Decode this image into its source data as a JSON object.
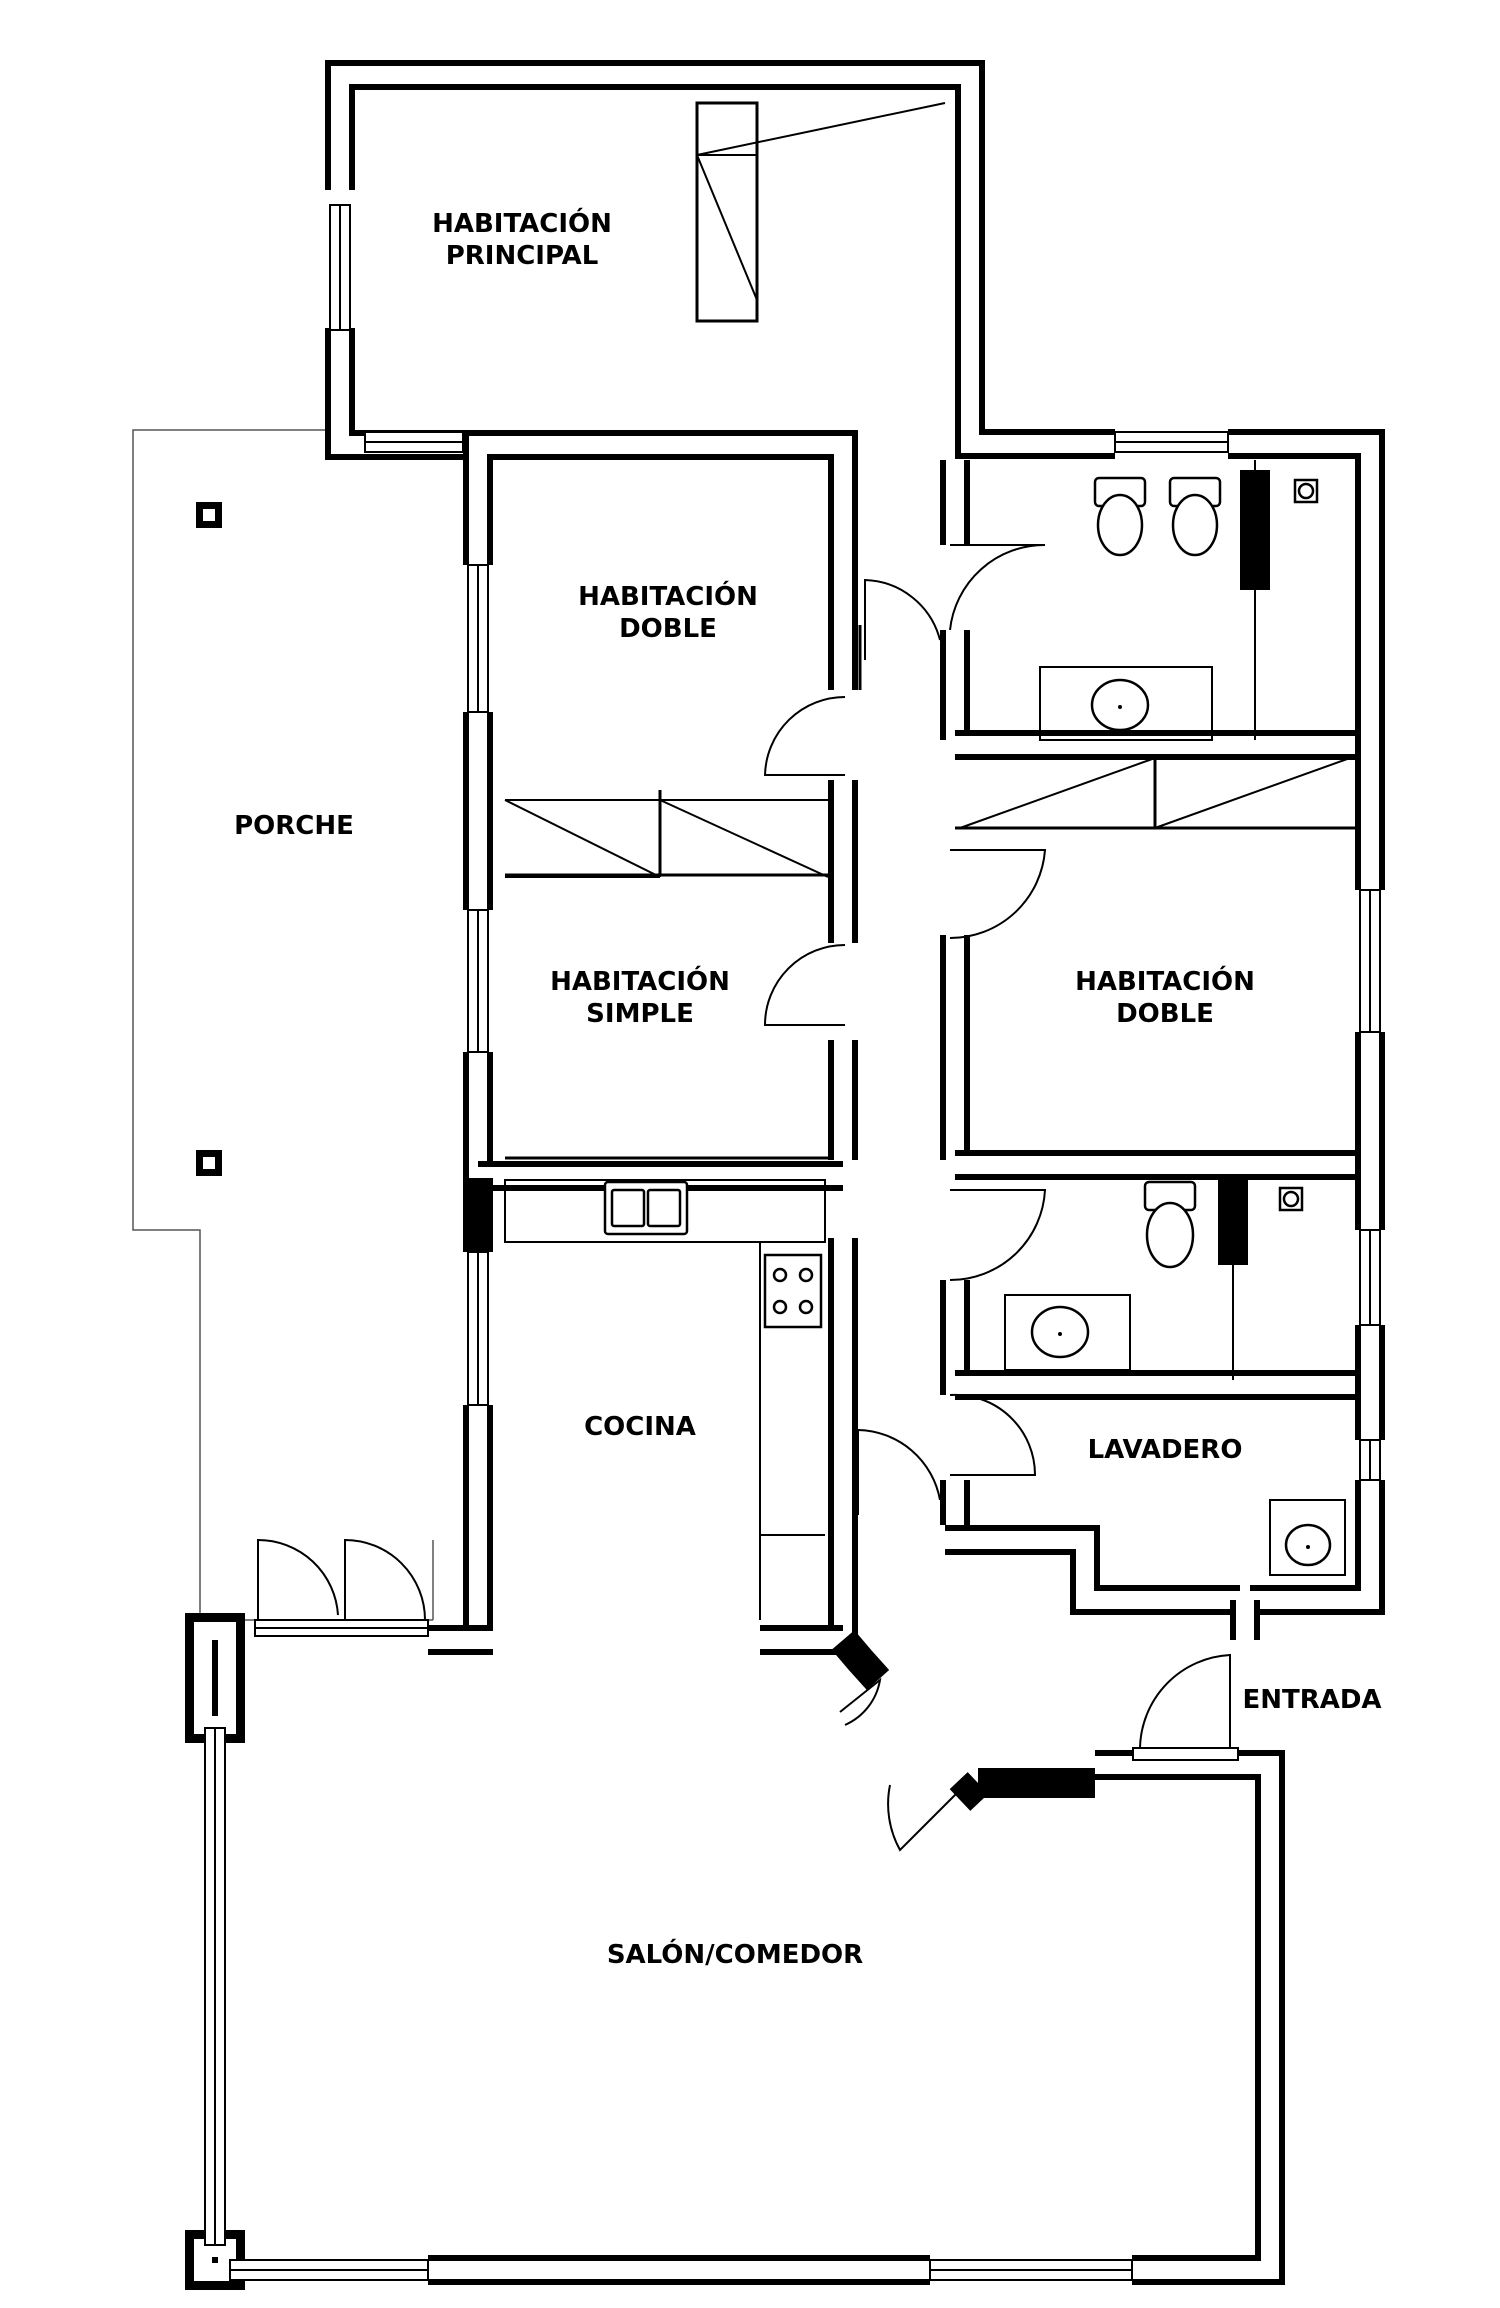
{
  "plan": {
    "rooms": {
      "master_bedroom": [
        "HABITACIÓN",
        "PRINCIPAL"
      ],
      "double_bedroom_left": [
        "HABITACIÓN",
        "DOBLE"
      ],
      "single_bedroom": [
        "HABITACIÓN",
        "SIMPLE"
      ],
      "double_bedroom_right": [
        "HABITACIÓN",
        "DOBLE"
      ],
      "porch": "PORCHE",
      "kitchen": "COCINA",
      "laundry": "LAVADERO",
      "entrance": "ENTRADA",
      "living_dining": "SALÓN/COMEDOR"
    }
  }
}
